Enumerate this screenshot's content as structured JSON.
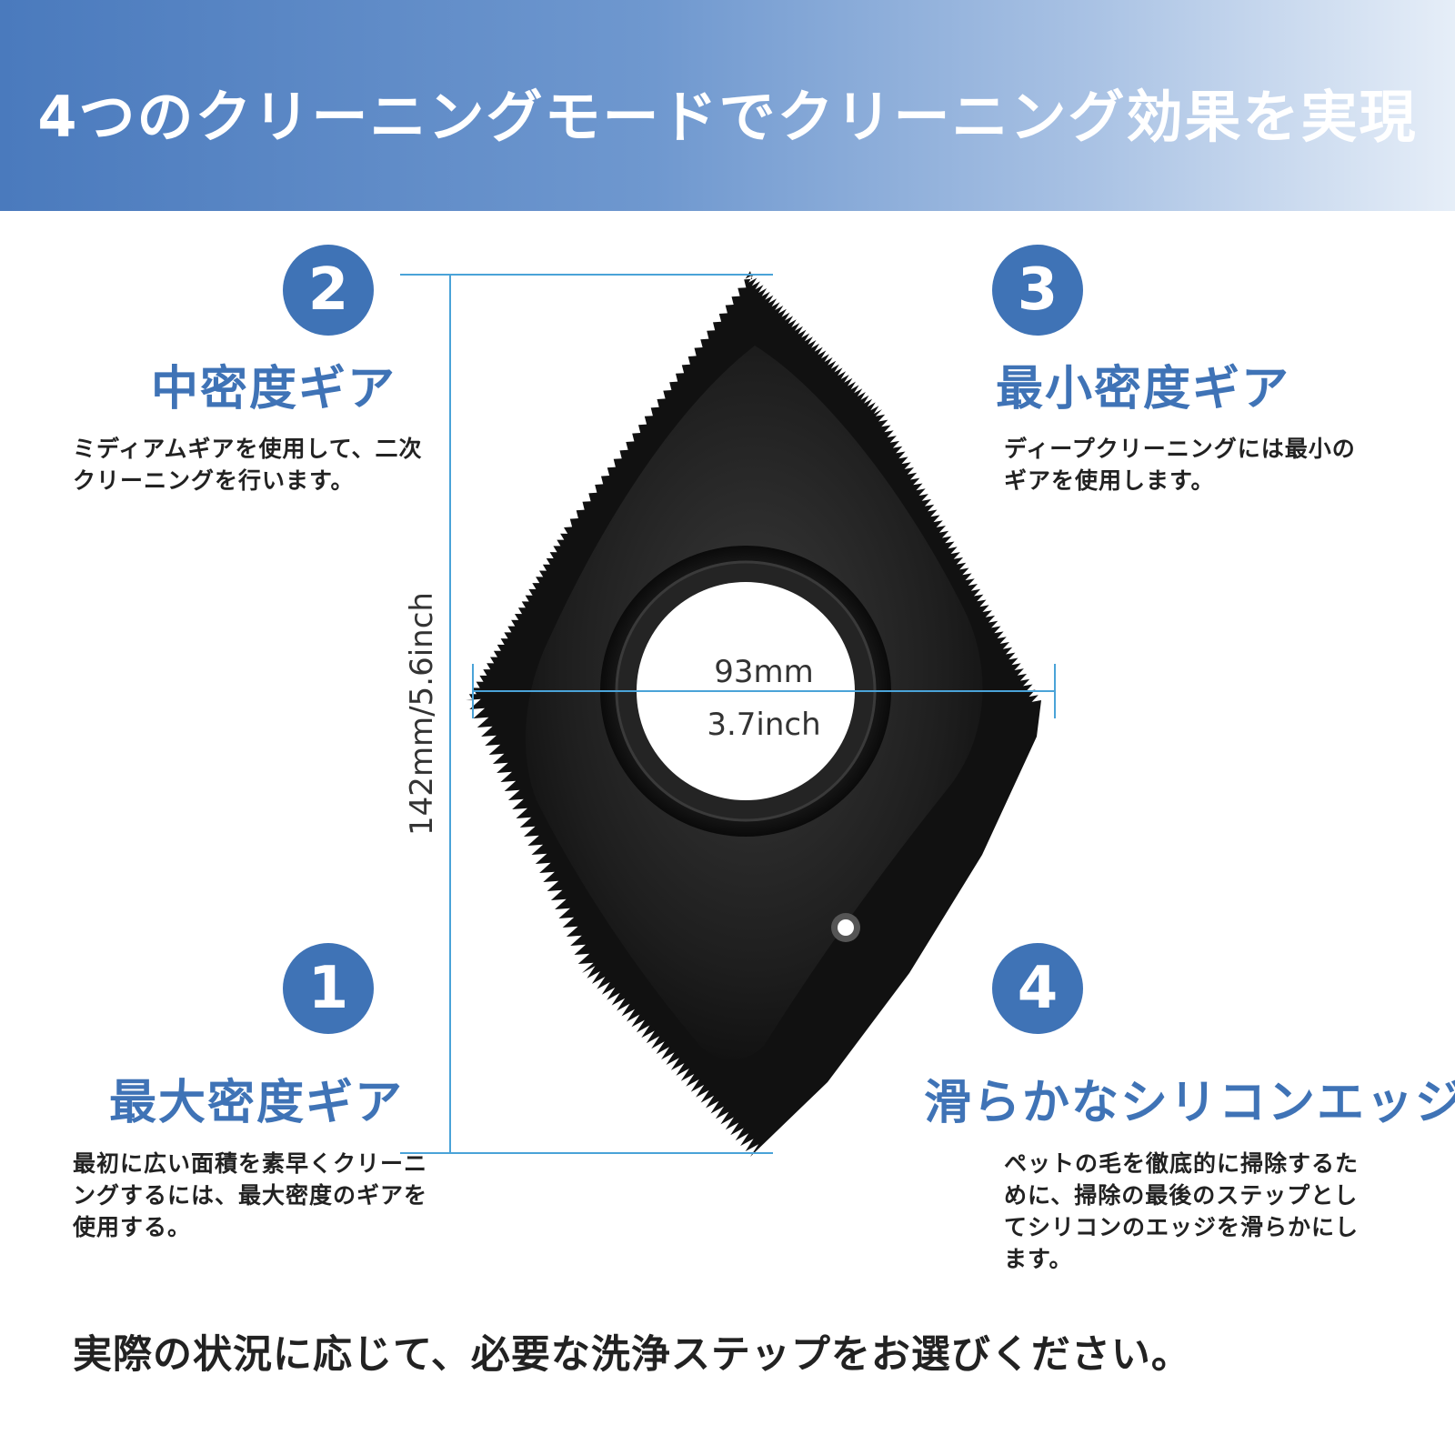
{
  "header": {
    "title": "4つのクリーニングモードでクリーニング効果を実現"
  },
  "modes": [
    {
      "number": "1",
      "title": "最大密度ギア",
      "description": "最初に広い面積を素早くクリーニングするには、最大密度のギアを使用する。"
    },
    {
      "number": "2",
      "title": "中密度ギア",
      "description": "ミディアムギアを使用して、二次クリーニングを行います。"
    },
    {
      "number": "3",
      "title": "最小密度ギア",
      "description": "ディープクリーニングには最小のギアを使用します。"
    },
    {
      "number": "4",
      "title": "滑らかなシリコンエッジ",
      "description": "ペットの毛を徹底的に掃除するために、掃除の最後のステップとしてシリコンのエッジを滑らかにします。"
    }
  ],
  "dimensions": {
    "height_label": "142mm/5.6inch",
    "width_label_mm": "93mm",
    "width_label_inch": "3.7inch"
  },
  "footer": {
    "note": "実際の状況に応じて、必要な洗浄ステップをお選びください。"
  },
  "colors": {
    "accent": "#3f73b6",
    "dimension_line": "#4aa3d8",
    "tool_body": "#141414"
  }
}
